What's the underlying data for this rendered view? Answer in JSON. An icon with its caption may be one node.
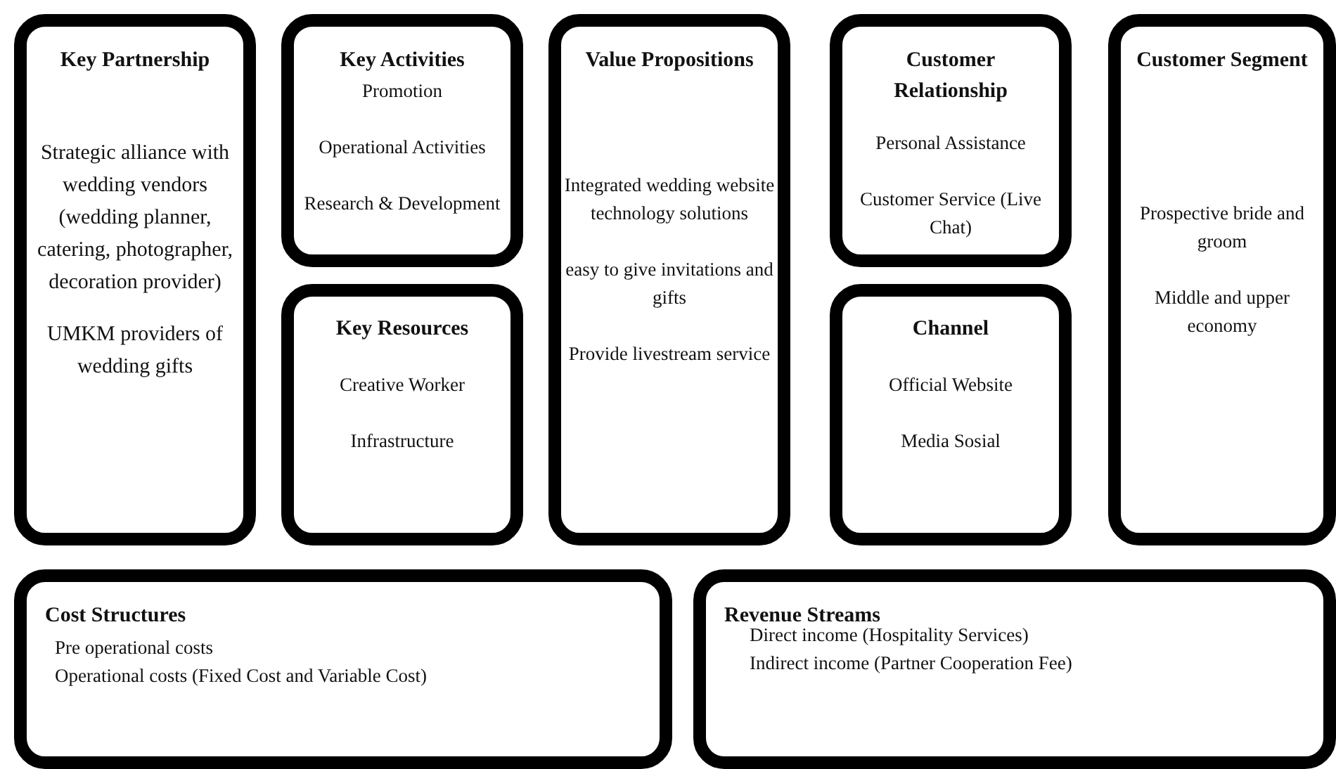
{
  "diagram": {
    "nodes": [
      {
        "text": [
          "Key Partnership",
          "Strategic alliance with wedding vendors (wedding planner, catering, photographer, decoration provider)",
          "UMKM providers of wedding gifts"
        ]
      },
      {
        "text": [
          "Key Activities",
          "Promotion",
          "Operational Activities",
          "Research & Development"
        ]
      },
      {
        "text": [
          "Key Resources",
          "Creative Worker",
          "Infrastructure"
        ]
      },
      {
        "text": [
          "Value Propositions",
          "Integrated wedding website technology solutions",
          "easy to give invitations and gifts",
          "Provide livestream service"
        ]
      },
      {
        "text": [
          "Customer Relationship",
          "Personal Assistance",
          "Customer Service (Live Chat)"
        ]
      },
      {
        "text": [
          "Channel",
          "Official Website",
          "Media Sosial"
        ]
      },
      {
        "text": [
          "Customer Segment",
          "Prospective bride and groom",
          "Middle and upper economy"
        ]
      },
      {
        "text": [
          "Cost Structures",
          "Pre operational costs",
          "Operational costs (Fixed Cost and Variable Cost)"
        ]
      },
      {
        "text": [
          "Revenue Streams",
          "Direct income (Hospitality Services)",
          "Indirect income (Partner Cooperation Fee)"
        ]
      }
    ]
  }
}
